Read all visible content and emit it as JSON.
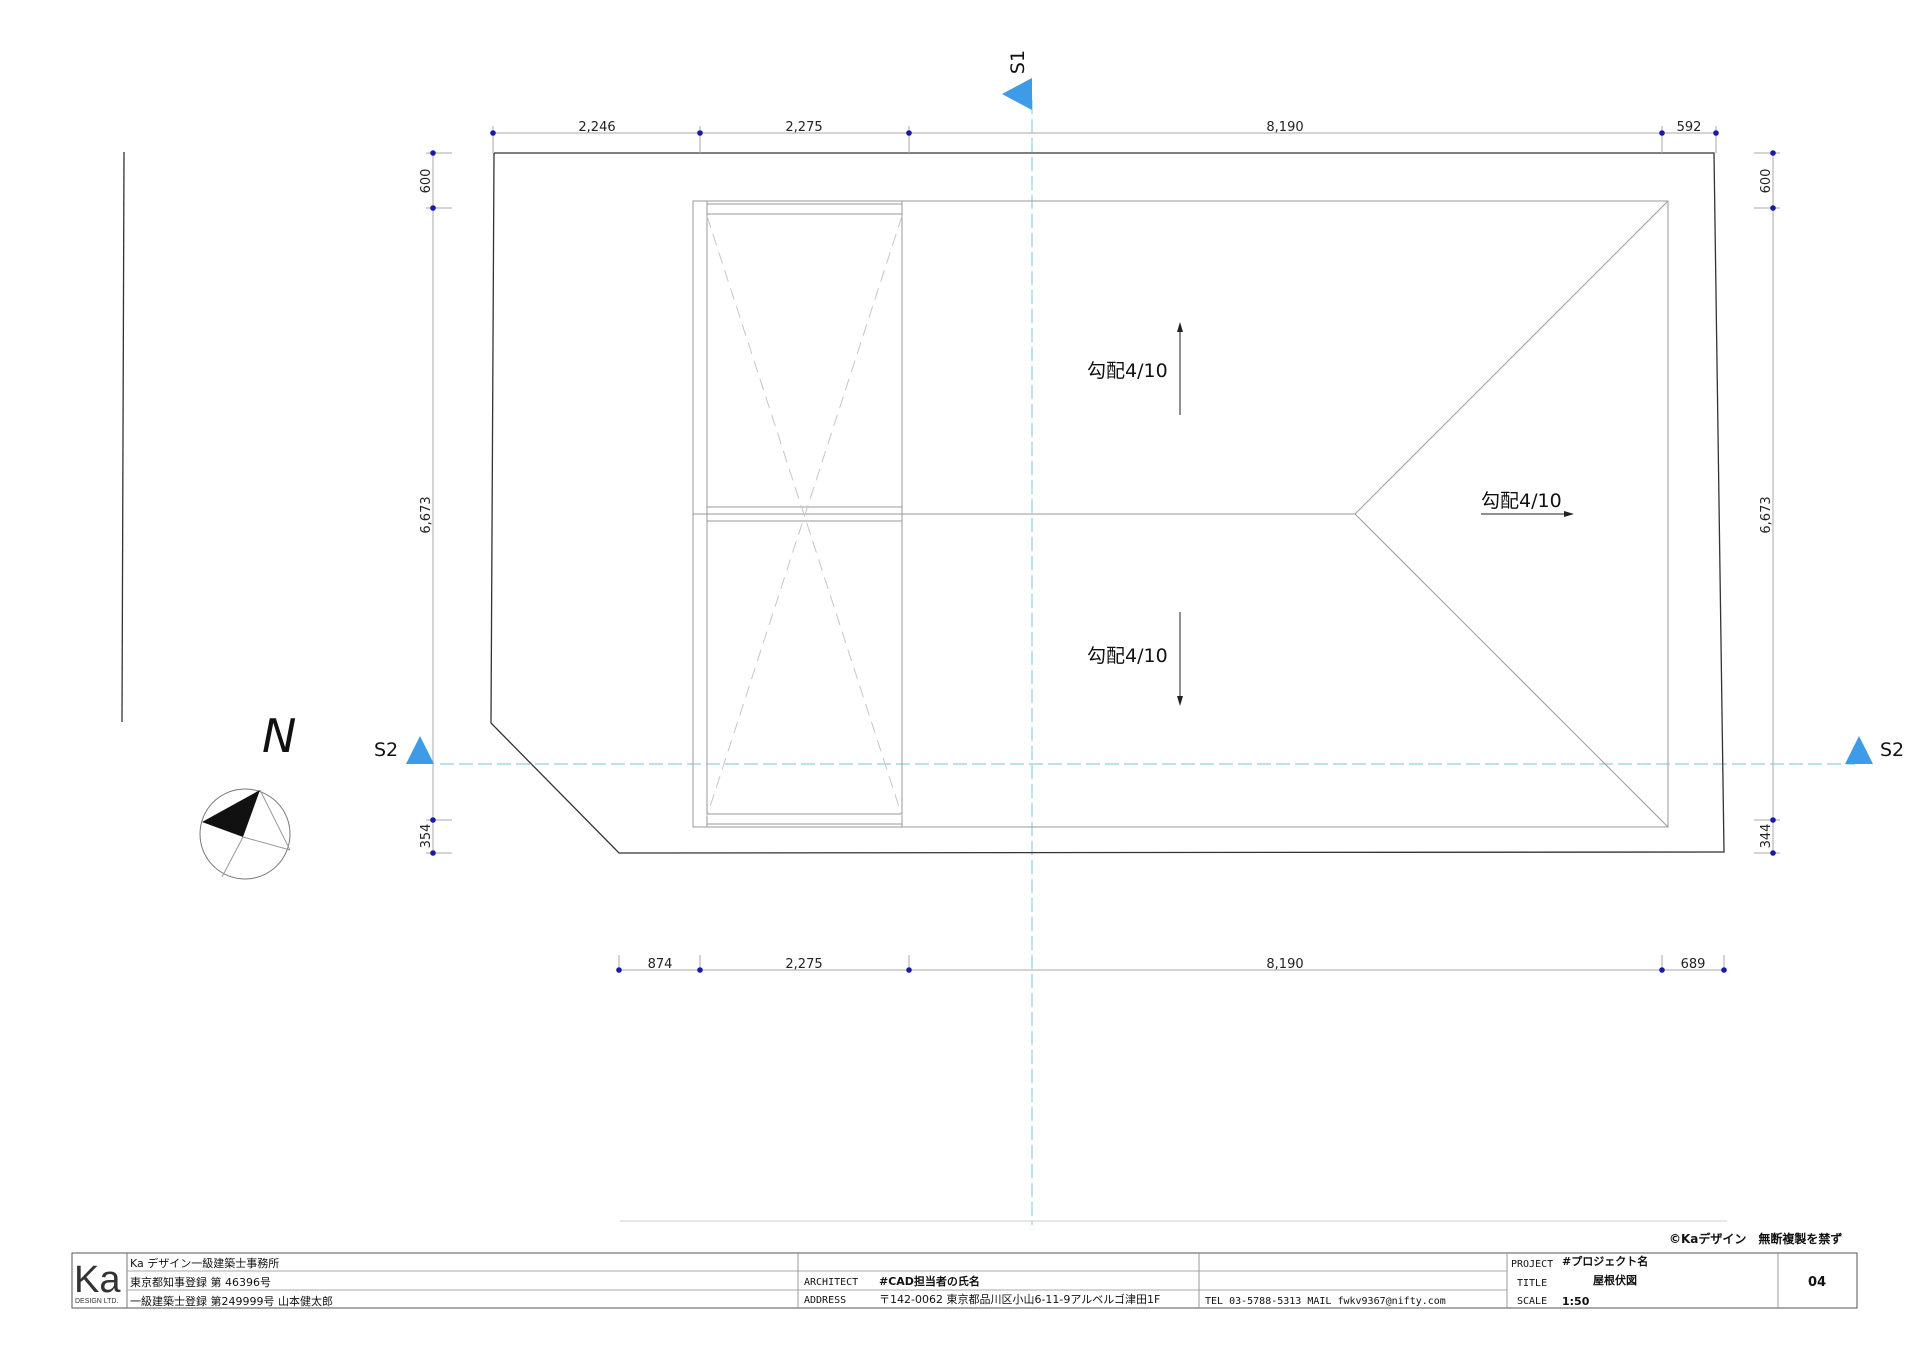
{
  "dimensions": {
    "top": [
      "2,246",
      "2,275",
      "8,190",
      "592"
    ],
    "bottom": [
      "874",
      "2,275",
      "8,190",
      "689"
    ],
    "left": [
      "600",
      "6,673",
      "354"
    ],
    "right": [
      "600",
      "6,673",
      "344"
    ]
  },
  "slopes": {
    "upper": "勾配4/10",
    "lower": "勾配4/10",
    "right": "勾配4/10"
  },
  "section_marks": {
    "s1": "S1",
    "s2_left": "S2",
    "s2_right": "S2"
  },
  "north_label": "N",
  "copyright": "©Kaデザイン　無断複製を禁ず",
  "title_block": {
    "logo_text": "Ka",
    "logo_sub": "DESIGN LTD.",
    "office_name": "Ka デザイン一級建築士事務所",
    "registration": "東京都知事登録 第 46396号",
    "architect_reg": "一級建築士登録 第249999号 山本健太郎",
    "architect_label": "ARCHITECT",
    "architect_value": "#CAD担当者の氏名",
    "address_label": "ADDRESS",
    "address_value": "〒142-0062 東京都品川区小山6-11-9アルベルゴ津田1F",
    "contact": "TEL 03-5788-5313 MAIL fwkv9367@nifty.com",
    "project_label": "PROJECT",
    "project_value": "#プロジェクト名",
    "title_label": "TITLE",
    "title_value": "屋根伏図",
    "scale_label": "SCALE",
    "scale_value": "1:50",
    "sheet_no": "04"
  },
  "colors": {
    "section_marker": "#3e9be8",
    "center_line": "#8fcfe0",
    "dimension_dot": "#1a1aa8"
  },
  "icons": [
    "north-arrow-icon",
    "section-marker-icon",
    "slope-arrow-icon"
  ]
}
